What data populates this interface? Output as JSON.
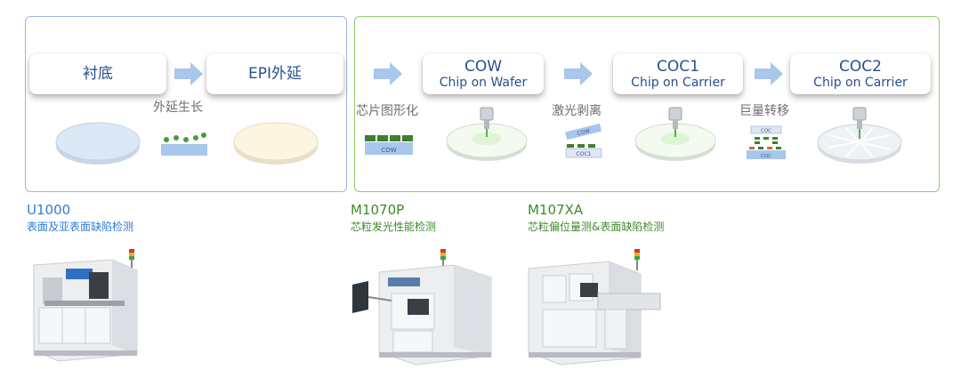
{
  "left_panel": {
    "steps": [
      {
        "label": "衬底"
      },
      {
        "label": "EPI外延"
      }
    ],
    "caption": "外延生长"
  },
  "right_panel": {
    "steps": [
      {
        "line1": "COW",
        "line2": "Chip on Wafer"
      },
      {
        "line1": "COC1",
        "line2": "Chip on Carrier"
      },
      {
        "line1": "COC2",
        "line2": "Chip on Carrier"
      }
    ],
    "captions": [
      "芯片图形化",
      "激光剥离",
      "巨量转移"
    ],
    "icon_labels": {
      "cow": "COW",
      "coc": "COC",
      "coc1": "COC1"
    }
  },
  "machines": [
    {
      "model": "U1000",
      "description": "表面及亚表面缺陷检测"
    },
    {
      "model": "M1070P",
      "description": "芯粒发光性能检测"
    },
    {
      "model": "M107XA",
      "description": "芯粒偏位量测&表面缺陷检测"
    }
  ],
  "colors": {
    "blue_border": "#9fb6de",
    "green_border": "#8fd06a",
    "arrow": "#a9c6ec",
    "text_blue": "#2e7bd6",
    "text_green": "#3d8a2a"
  }
}
